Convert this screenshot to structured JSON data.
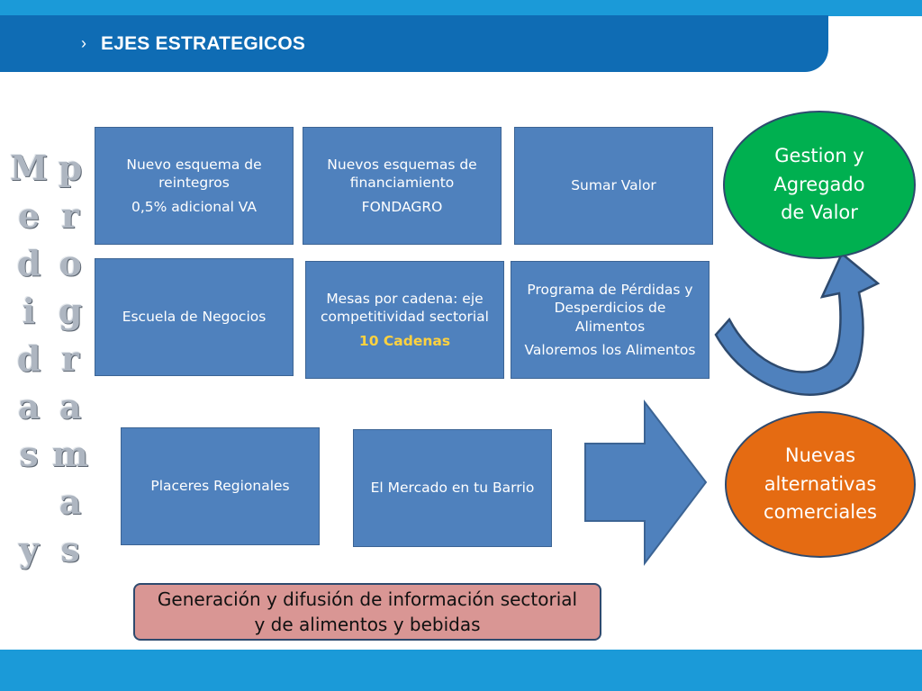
{
  "header": {
    "chevron": "›",
    "title": "EJES ESTRATEGICOS"
  },
  "vertical_labels": {
    "medidas_y": [
      "M",
      "e",
      "d",
      "i",
      "d",
      "a",
      "s",
      "",
      "y"
    ],
    "programas": [
      "p",
      "r",
      "o",
      "g",
      "r",
      "a",
      "m",
      "a",
      "s"
    ]
  },
  "boxes": {
    "reintegros": {
      "line1": "Nuevo esquema de reintegros",
      "line2": "0,5% adicional VA"
    },
    "financiamiento": {
      "line1": "Nuevos esquemas de financiamiento",
      "line2": "FONDAGRO"
    },
    "sumar_valor": {
      "line1": "Sumar Valor"
    },
    "escuela": {
      "line1": "Escuela de Negocios"
    },
    "mesas": {
      "line1": "Mesas por cadena: eje competitividad sectorial",
      "highlight": "10 Cadenas"
    },
    "perdidas": {
      "line1": "Programa de Pérdidas y Desperdicios de Alimentos",
      "line2": "Valoremos los Alimentos"
    },
    "placeres": {
      "line1": "Placeres Regionales"
    },
    "mercado": {
      "line1": "El Mercado en tu Barrio"
    }
  },
  "ellipses": {
    "gestion": {
      "text": "Gestion y Agregado de Valor",
      "color": "#00b050"
    },
    "nuevas": {
      "text": "Nuevas alternativas comerciales",
      "color": "#e56b12"
    }
  },
  "bottom_box": {
    "line1": "Generación y difusión de información sectorial",
    "line2": "y de alimentos y bebidas"
  },
  "colors": {
    "header": "#0f6cb4",
    "accent_strip": "#1b9ad8",
    "box_fill": "#4f81bd",
    "highlight_text": "#ffd23f",
    "pink": "#d99694"
  }
}
